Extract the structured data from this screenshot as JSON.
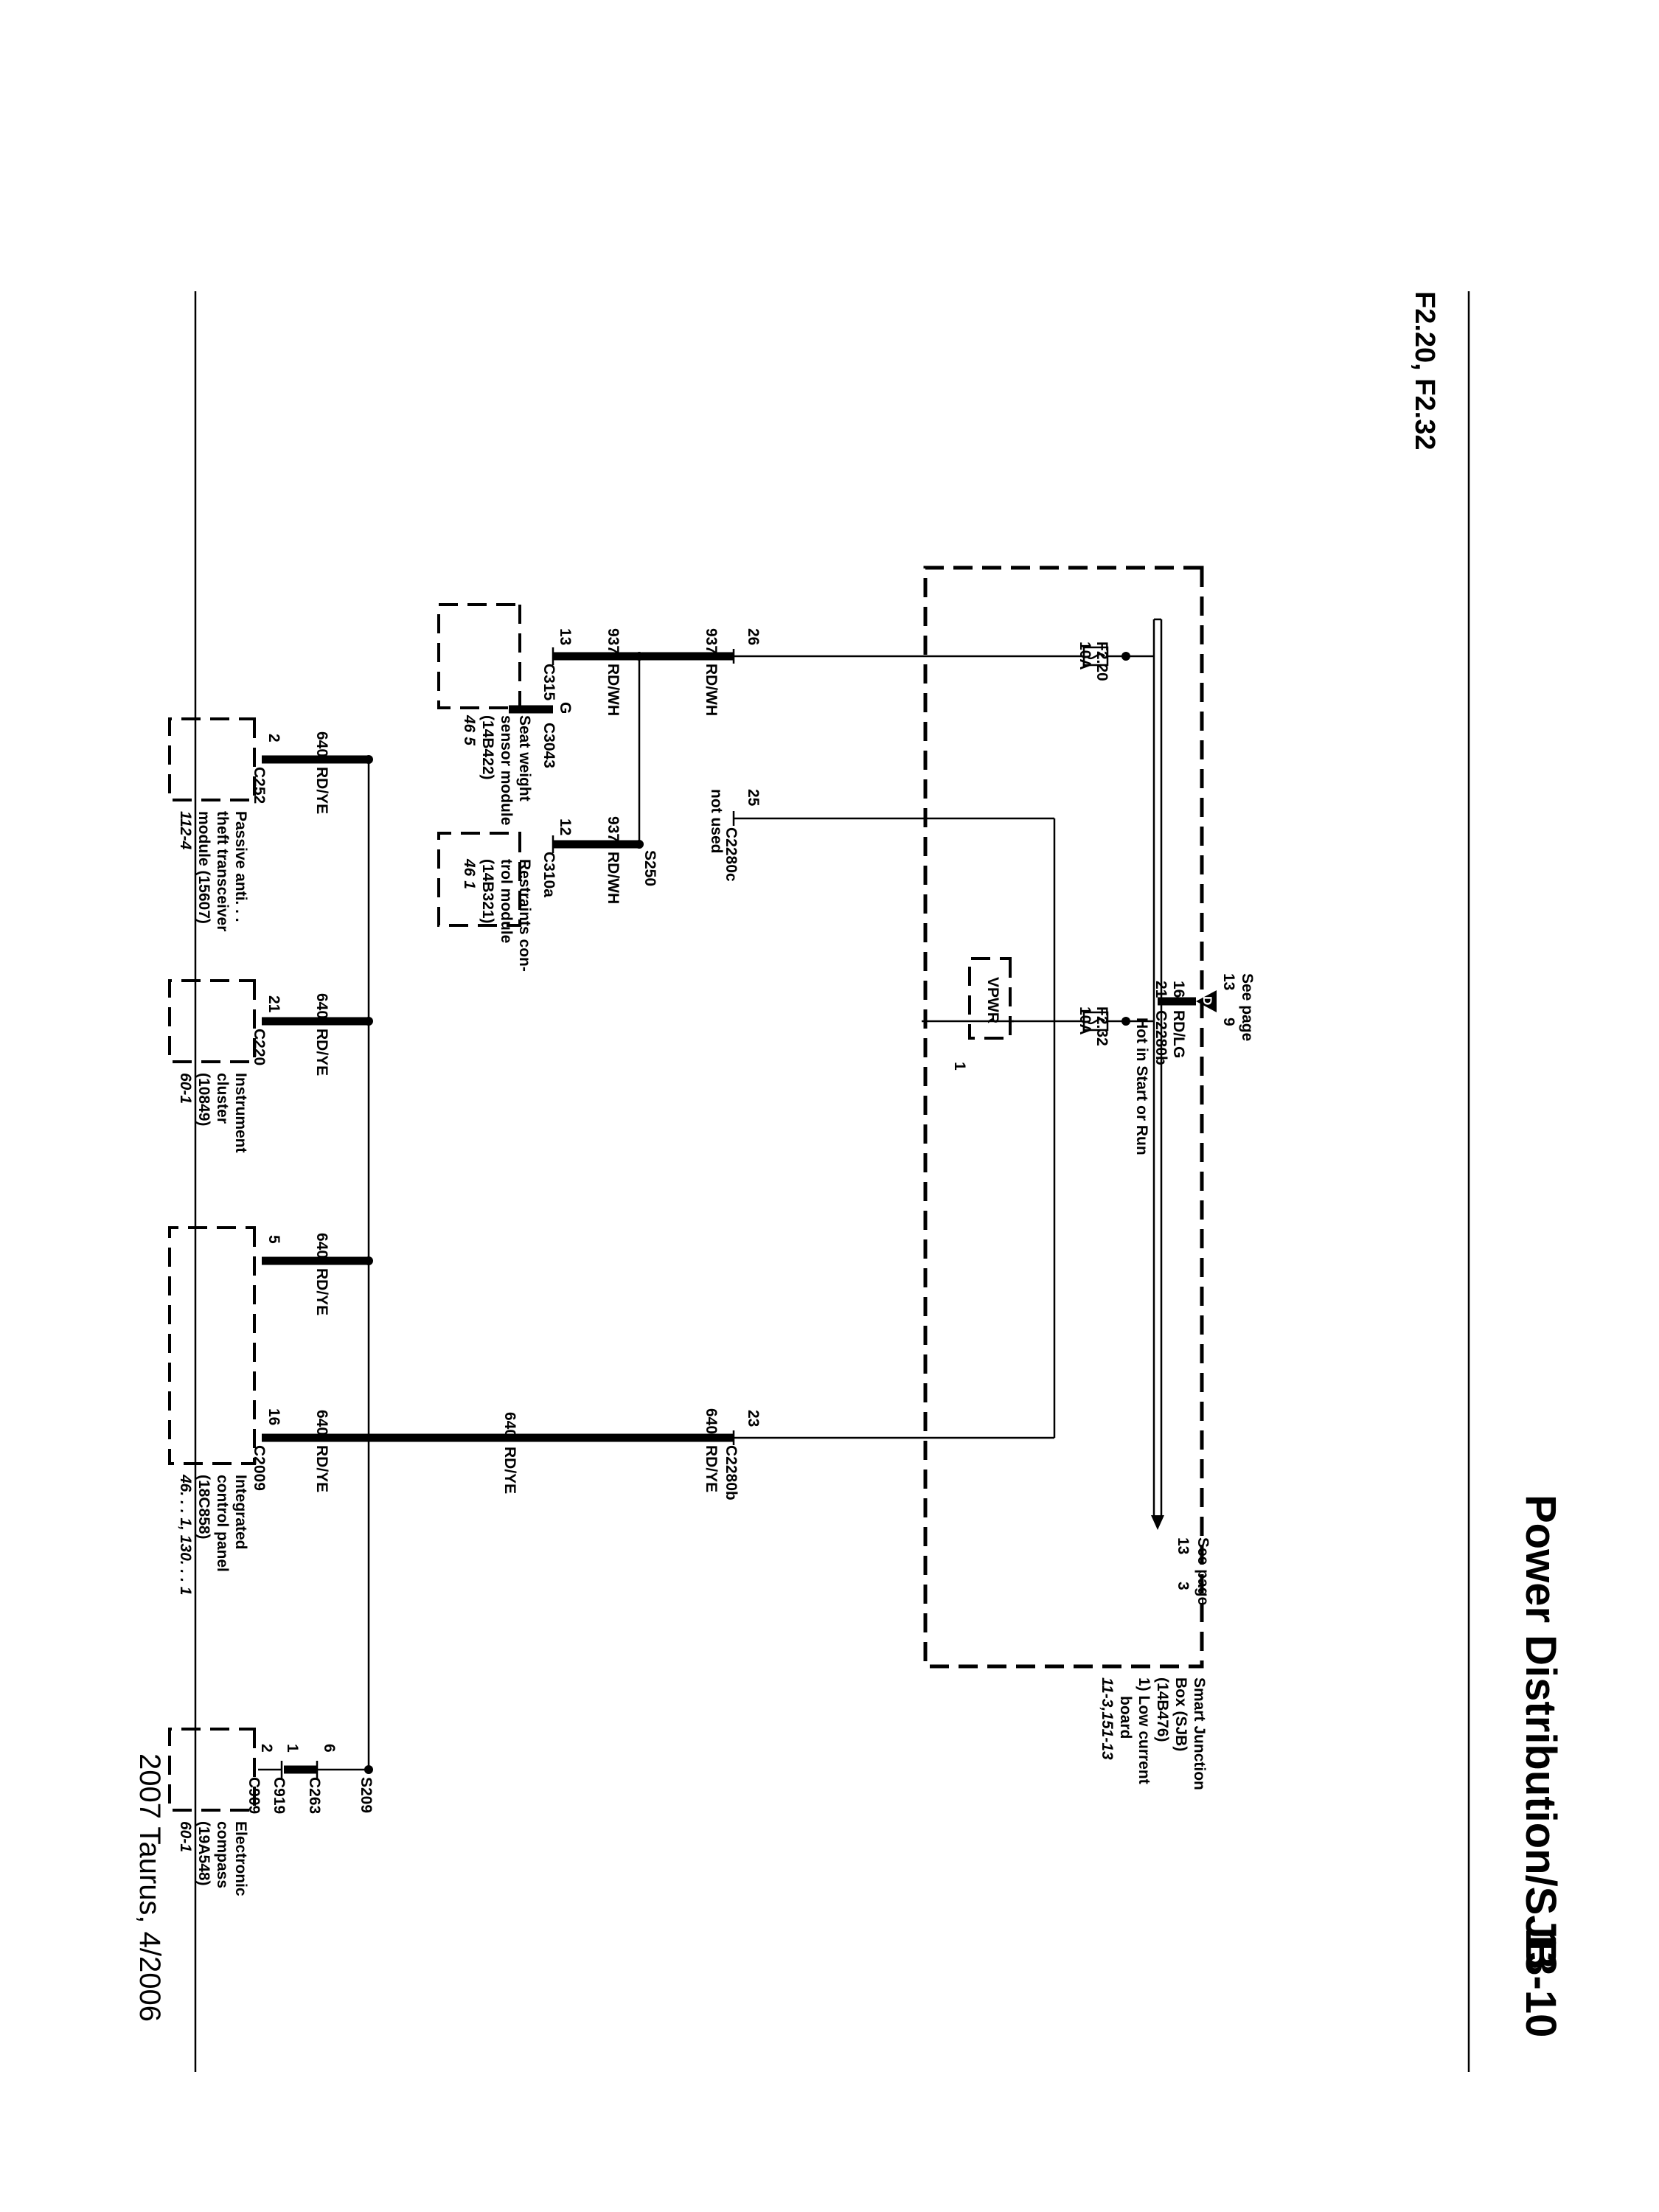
{
  "header": {
    "title": "Power Distribution/SJB",
    "page_number": "13-10"
  },
  "subtitle": "F2.20, F2.32",
  "footer": "2007 Taurus, 4/2006",
  "sjb": {
    "name_lines": [
      "Smart Junction",
      "Box (SJB)",
      "(14B476)",
      "1)  Low current",
      "board"
    ],
    "page_ref": "11-3,151-13",
    "bus_label": "Hot in Start or Run",
    "see_page_top": {
      "label": "See page",
      "nums": [
        "13",
        "9"
      ],
      "flag": "D"
    },
    "see_page_bottom": {
      "label": "See page",
      "nums": [
        "13",
        "3"
      ]
    },
    "feed": {
      "pin": "16",
      "circuit": "RD/LG",
      "pin2": "21",
      "connector": "C2280b"
    },
    "vpwr": {
      "label": "VPWR",
      "note": "1"
    }
  },
  "fuses": [
    {
      "name": "F2.20",
      "rating": "10A"
    },
    {
      "name": "F2.32",
      "rating": "10A"
    }
  ],
  "sjb_pins": [
    {
      "pin": "26",
      "wire": "937",
      "color": "RD/WH"
    },
    {
      "pin": "25",
      "note": "not used",
      "connector": "C2280c"
    },
    {
      "pin": "23",
      "wire": "640",
      "color": "RD/YE",
      "connector": "C2280b"
    }
  ],
  "splices": [
    "S250",
    "S209"
  ],
  "branch_937": [
    {
      "wire": "937",
      "color": "RD/WH"
    },
    {
      "wire": "937",
      "color": "RD/WH"
    }
  ],
  "modules": [
    {
      "id": "seat",
      "pins": [
        "13",
        "G"
      ],
      "connectors": [
        "C315",
        "C3043"
      ],
      "name_lines": [
        "Seat weight",
        "sensor module",
        "(14B422)"
      ],
      "ref": "46    5"
    },
    {
      "id": "rcm",
      "pins": [
        "12"
      ],
      "connectors": [
        "C310a"
      ],
      "name_lines": [
        "Restraints con-",
        "trol module",
        "(14B321)"
      ],
      "ref": "46    1"
    },
    {
      "id": "pats",
      "pins": [
        "2"
      ],
      "connectors": [
        "C252"
      ],
      "wire": "640",
      "color": "RD/YE",
      "name_lines": [
        "Passive anti. . .",
        "theft transceiver",
        "module (15607)"
      ],
      "ref": "112-4"
    },
    {
      "id": "ipc",
      "pins": [
        "21"
      ],
      "connectors": [
        "C220"
      ],
      "wire": "640",
      "color": "RD/YE",
      "name_lines": [
        "Instrument",
        "cluster",
        "(10849)"
      ],
      "ref": "60-1"
    },
    {
      "id": "icp",
      "pins": [
        "5",
        "16"
      ],
      "connectors": [
        "C2009"
      ],
      "wire": "640",
      "color": "RD/YE",
      "name_lines": [
        "Integrated",
        "control panel",
        "(18C858)"
      ],
      "ref": "46. . . 1, 130. . . 1"
    },
    {
      "id": "compass",
      "pins": [
        "6",
        "1",
        "2"
      ],
      "connectors": [
        "C263",
        "C919",
        "C909"
      ],
      "name_lines": [
        "Electronic",
        "compass",
        "(19A548)"
      ],
      "ref": "60-1"
    }
  ]
}
